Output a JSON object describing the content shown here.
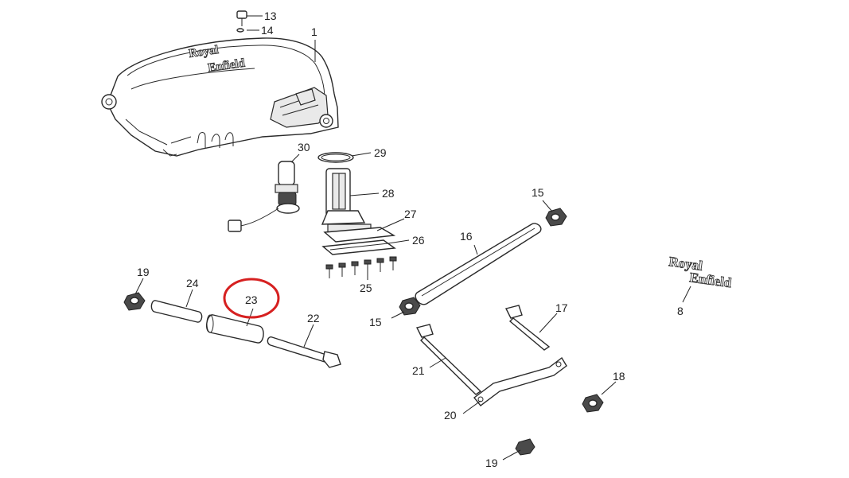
{
  "diagram": {
    "labels": {
      "p1": "1",
      "p8": "8",
      "p13": "13",
      "p14": "14",
      "p15a": "15",
      "p15b": "15",
      "p16": "16",
      "p17": "17",
      "p18": "18",
      "p19a": "19",
      "p19b": "19",
      "p20": "20",
      "p21": "21",
      "p22": "22",
      "p23": "23",
      "p24": "24",
      "p25": "25",
      "p26": "26",
      "p27": "27",
      "p28": "28",
      "p29": "29",
      "p30": "30"
    },
    "logo_line1": "Royal",
    "logo_line2": "Enfield",
    "highlight_color": "#d62020"
  }
}
